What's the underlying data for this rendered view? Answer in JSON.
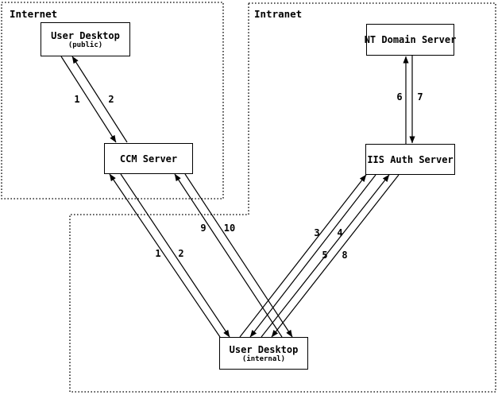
{
  "zones": {
    "internet": {
      "label": "Internet"
    },
    "intranet": {
      "label": "Intranet"
    }
  },
  "nodes": {
    "user_desktop_public": {
      "title": "User Desktop",
      "subtitle": "(public)"
    },
    "ccm_server": {
      "title": "CCM Server"
    },
    "nt_domain_server": {
      "title": "NT Domain Server"
    },
    "iis_auth_server": {
      "title": "IIS Auth Server"
    },
    "user_desktop_internal": {
      "title": "User Desktop",
      "subtitle": "(internal)"
    }
  },
  "arrow_labels": {
    "n1_public": "1",
    "n2_public": "2",
    "n1_internal": "1",
    "n2_internal": "2",
    "n3": "3",
    "n4": "4",
    "n5": "5",
    "n8": "8",
    "n9": "9",
    "n10": "10",
    "n6": "6",
    "n7": "7"
  },
  "colors": {
    "line": "#000000",
    "background": "#ffffff",
    "text": "#000000"
  }
}
